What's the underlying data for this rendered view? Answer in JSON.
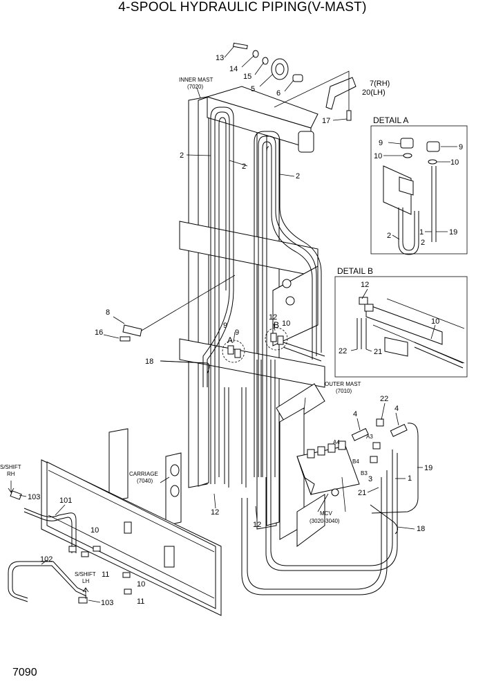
{
  "title": "4-SPOOL HYDRAULIC PIPING(V-MAST)",
  "page_number": "7090",
  "callouts": {
    "c13": "13",
    "c14": "14",
    "c15": "15",
    "c5": "5",
    "c6": "6",
    "c7": "7(RH)",
    "c20": "20(LH)",
    "c17": "17",
    "c2a": "2",
    "c2b": "2",
    "c2c": "2",
    "c8": "8",
    "c16": "16",
    "c18a": "18",
    "c18b": "18",
    "c9a": "9",
    "c9b": "9",
    "c12a": "12",
    "c10a": "10",
    "c4a": "4",
    "c4b": "4",
    "c22": "22",
    "c19": "19",
    "c1": "1",
    "c3": "3",
    "c21": "21",
    "c12b": "12",
    "c12c": "12",
    "c103a": "103",
    "c103b": "103",
    "c101": "101",
    "c102": "102",
    "c10b": "10",
    "c10c": "10",
    "c11a": "11",
    "c11b": "11"
  },
  "letters": {
    "a": "A",
    "b": "B"
  },
  "mast_labels": {
    "inner_mast": "INNER MAST",
    "inner_code": "(7020)",
    "outer_mast": "OUTER MAST",
    "outer_code": "(7010)",
    "carriage": "CARRIAGE",
    "carriage_code": "(7040)",
    "mcv": "MCV",
    "mcv_code": "(3020-3040)"
  },
  "ports": {
    "a4": "A4",
    "a3": "A3",
    "b4": "B4",
    "b3": "B3"
  },
  "sideshift": {
    "rh_line1": "S/SHIFT",
    "rh_line2": "RH",
    "lh_line1": "S/SHIFT",
    "lh_line2": "LH"
  },
  "detail_a": {
    "title": "DETAIL A",
    "l9a": "9",
    "l9b": "9",
    "l10a": "10",
    "l10b": "10",
    "l1": "1",
    "l19": "19",
    "l2a": "2",
    "l2b": "2"
  },
  "detail_b": {
    "title": "DETAIL B",
    "l12": "12",
    "l10": "10",
    "l22": "22",
    "l21": "21"
  }
}
